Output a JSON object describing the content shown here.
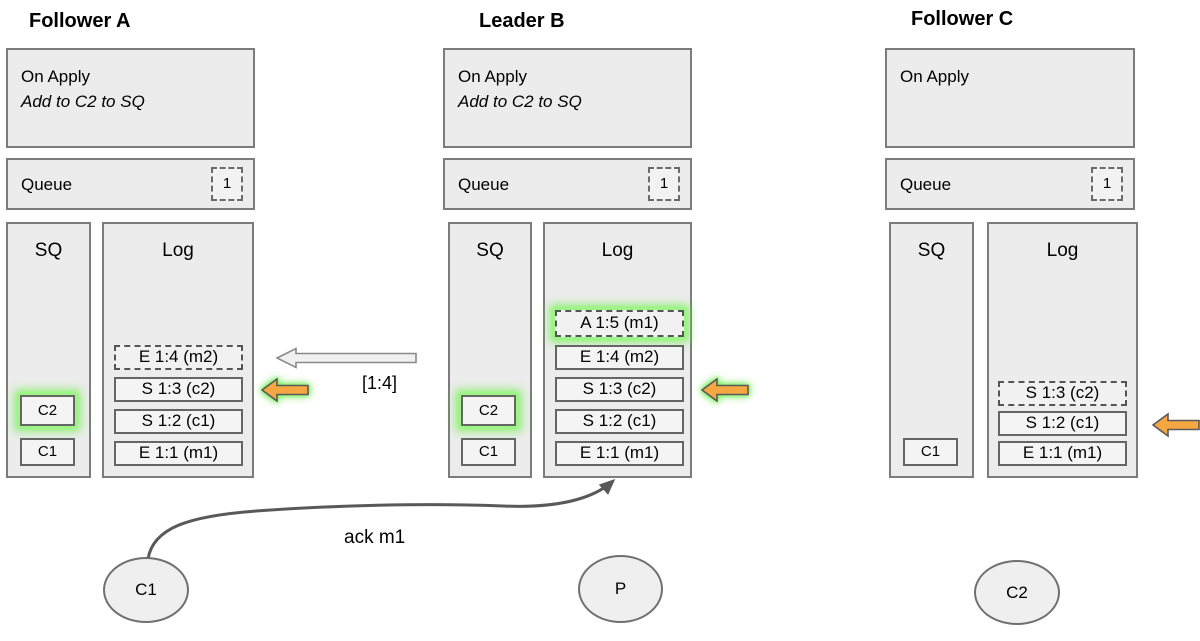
{
  "nodes": [
    {
      "title": "Follower A",
      "on_apply_line1": "On Apply",
      "on_apply_line2": "Add to C2 to SQ",
      "queue_label": "Queue",
      "queue_count": "1",
      "sq_label": "SQ",
      "sq_items": [
        "C2",
        "C1"
      ],
      "log_label": "Log",
      "log_entries": [
        "E 1:4 (m2)",
        "S 1:3 (c2)",
        "S 1:2 (c1)",
        "E 1:1 (m1)"
      ]
    },
    {
      "title": "Leader B",
      "on_apply_line1": "On Apply",
      "on_apply_line2": "Add to C2 to SQ",
      "queue_label": "Queue",
      "queue_count": "1",
      "sq_label": "SQ",
      "sq_items": [
        "C2",
        "C1"
      ],
      "log_label": "Log",
      "log_entries": [
        "A 1:5 (m1)",
        "E 1:4 (m2)",
        "S 1:3 (c2)",
        "S 1:2 (c1)",
        "E 1:1 (m1)"
      ]
    },
    {
      "title": "Follower C",
      "on_apply_line1": "On Apply",
      "queue_label": "Queue",
      "queue_count": "1",
      "sq_label": "SQ",
      "sq_items": [
        "C1"
      ],
      "log_label": "Log",
      "log_entries": [
        "S 1:3 (c2)",
        "S 1:2 (c1)",
        "E 1:1 (m1)"
      ]
    }
  ],
  "labels": {
    "replication_range": "[1:4]",
    "ack_message": "ack m1"
  },
  "actors": [
    "C1",
    "P",
    "C2"
  ],
  "colors": {
    "accent_orange": "#f5a742",
    "glow_green": "#6fe84d",
    "box_fill": "#ececec",
    "box_border": "#7c7c7c",
    "arrow_gray": "#595959",
    "white_arrow_fill": "#f0f0f0"
  }
}
